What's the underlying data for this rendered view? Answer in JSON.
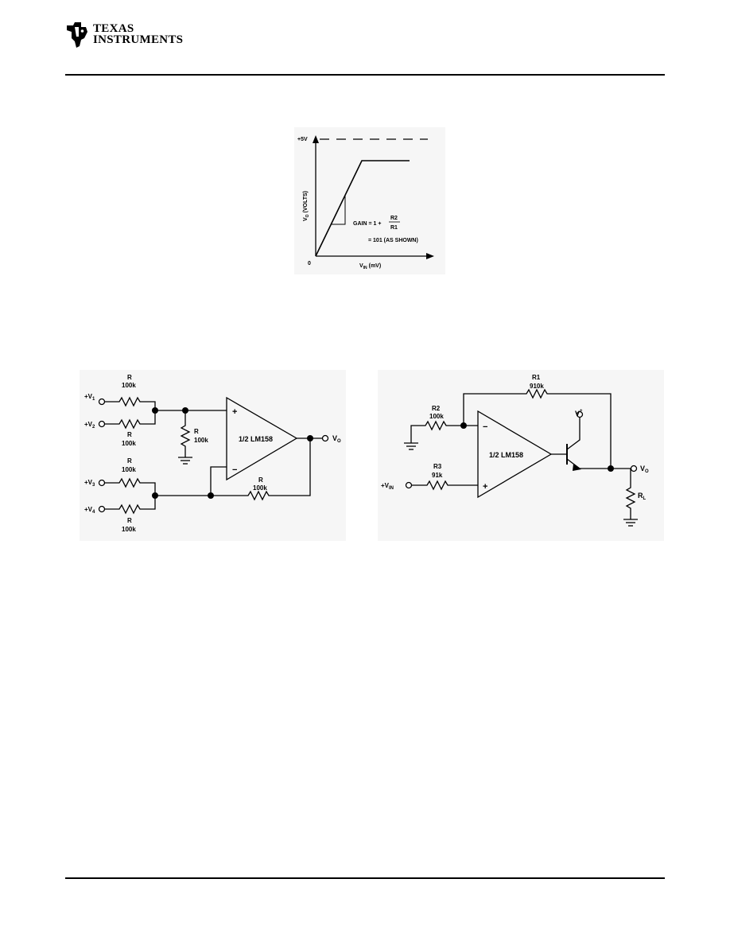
{
  "header": {
    "logo_line1": "TEXAS",
    "logo_line2": "INSTRUMENTS"
  },
  "graph": {
    "y_top_label": "+5V",
    "origin_label": "0",
    "y_axis_label": "VO (VOLTS)",
    "y_axis_label_main": "V",
    "y_axis_label_sub": "O",
    "y_axis_label_rest": " (VOLTS)",
    "x_axis_label_main": "V",
    "x_axis_label_sub": "IN",
    "x_axis_label_rest": " (mV)",
    "gain_prefix": "GAIN = 1 +",
    "gain_num": "R2",
    "gain_den": "R1",
    "gain_value": "= 101 (AS SHOWN)"
  },
  "summing_circuit": {
    "inputs": [
      {
        "main": "+V",
        "sub": "1"
      },
      {
        "main": "+V",
        "sub": "2"
      },
      {
        "main": "+V",
        "sub": "3"
      },
      {
        "main": "+V",
        "sub": "4"
      }
    ],
    "resistor_labels": [
      {
        "name": "R",
        "value": "100k"
      },
      {
        "name": "R",
        "value": "100k"
      },
      {
        "name": "R",
        "value": "100k"
      },
      {
        "name": "R",
        "value": "100k"
      }
    ],
    "ground_resistor": {
      "name": "R",
      "value": "100k"
    },
    "feedback_resistor": {
      "name": "R",
      "value": "100k"
    },
    "opamp_label": "1/2 LM158",
    "plus_sign": "+",
    "minus_sign": "−",
    "output_main": "V",
    "output_sub": "O"
  },
  "current_circuit": {
    "r1": {
      "name": "R1",
      "value": "910k"
    },
    "r2": {
      "name": "R2",
      "value": "100k"
    },
    "r3": {
      "name": "R3",
      "value": "91k"
    },
    "opamp_label": "1/2 LM158",
    "plus_sign": "+",
    "minus_sign": "−",
    "vplus_main": "V",
    "vplus_sup": "+",
    "input_main": "+V",
    "input_sub": "IN",
    "output_main": "V",
    "output_sub": "O",
    "rl_main": "R",
    "rl_sub": "L"
  }
}
